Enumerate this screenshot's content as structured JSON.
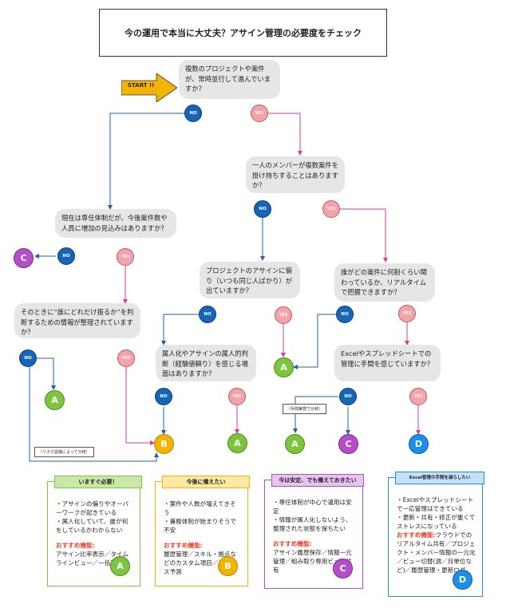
{
  "title": "今の運用で本当に大丈夫？アサイン管理の必要度をチェック",
  "start_label": "START !!",
  "questions": {
    "q1": "複数のプロジェクトや案件が、常時並行して進んでいますか？",
    "q2": "一人のメンバーが複数案件を掛け持ちすることはありますか？",
    "q3": "現在は専任体制だが、今後案件数や人員に増加の見込みはありますか？",
    "q4": "そのときに“誰にどれだけ振るか”を判断するための情報が整理されていますか？",
    "q5": "プロジェクトのアサインに偏り（いつも同じ人ばかり）が出ていますか？",
    "q6": "属人化やアサインの属人的判断（経験値頼り）を感じる場面はありますか？",
    "q7": "誰がどの案件に何割くらい関わっているか、リアルタイムで把握できますか？",
    "q8": "Excelやスプレッドシートでの管理に手間を感じていますか？"
  },
  "labels": {
    "no": "NO",
    "yes": "YES"
  },
  "results": {
    "a": "A",
    "b": "B",
    "c": "C",
    "d": "D"
  },
  "notes": {
    "risk": "（リスク認識によって分岐）",
    "effort": "（手間実感で分岐）"
  },
  "cards": [
    {
      "id": "A",
      "header": "いますぐ必要！",
      "items": [
        "・アサインの偏りやオーバーワークが起きている",
        "・属人化していて、誰が何をしているかわからない"
      ],
      "rec_label": "おすすめ機能:",
      "rec_text": "アサイン比率表示／タイムラインビュー／一括可視化",
      "color": "#7dc43f"
    },
    {
      "id": "B",
      "header": "今後に備えたい",
      "items": [
        "・案件や人数が増えてきそう",
        "・兼務体制が始まりそうで不安"
      ],
      "rec_label": "おすすめ機能:",
      "rec_text": "履歴管理／スキル・拠点などのカスタム項目／リソース予測",
      "color": "#f2b400"
    },
    {
      "id": "C",
      "header": "今は安定、でも備えておきたい",
      "items": [
        "・専任体制が中心で運用は安定",
        "・情報が属人化しないよう、整理された状態を保ちたい"
      ],
      "rec_label": "おすすめ機能:",
      "rec_text": "アサイン履歴保存／情報一元管理／組み取り専用ビュー共有",
      "color": "#b44fc9"
    },
    {
      "id": "D",
      "header": "Excel管理の手間を減らしたい",
      "items": [
        "・Excelやスプレッドシートで一応管理はできている",
        "・更新・共有・修正が重くてストレスになっている"
      ],
      "rec_label": "おすすめ機能:",
      "rec_text": "クラウドでのリアルタイム共有／プロジェクト・メンバー情報の一元化／ビュー切替(週／月単位など)／履歴管理・更新ログ",
      "color": "#1e8fe8"
    }
  ]
}
